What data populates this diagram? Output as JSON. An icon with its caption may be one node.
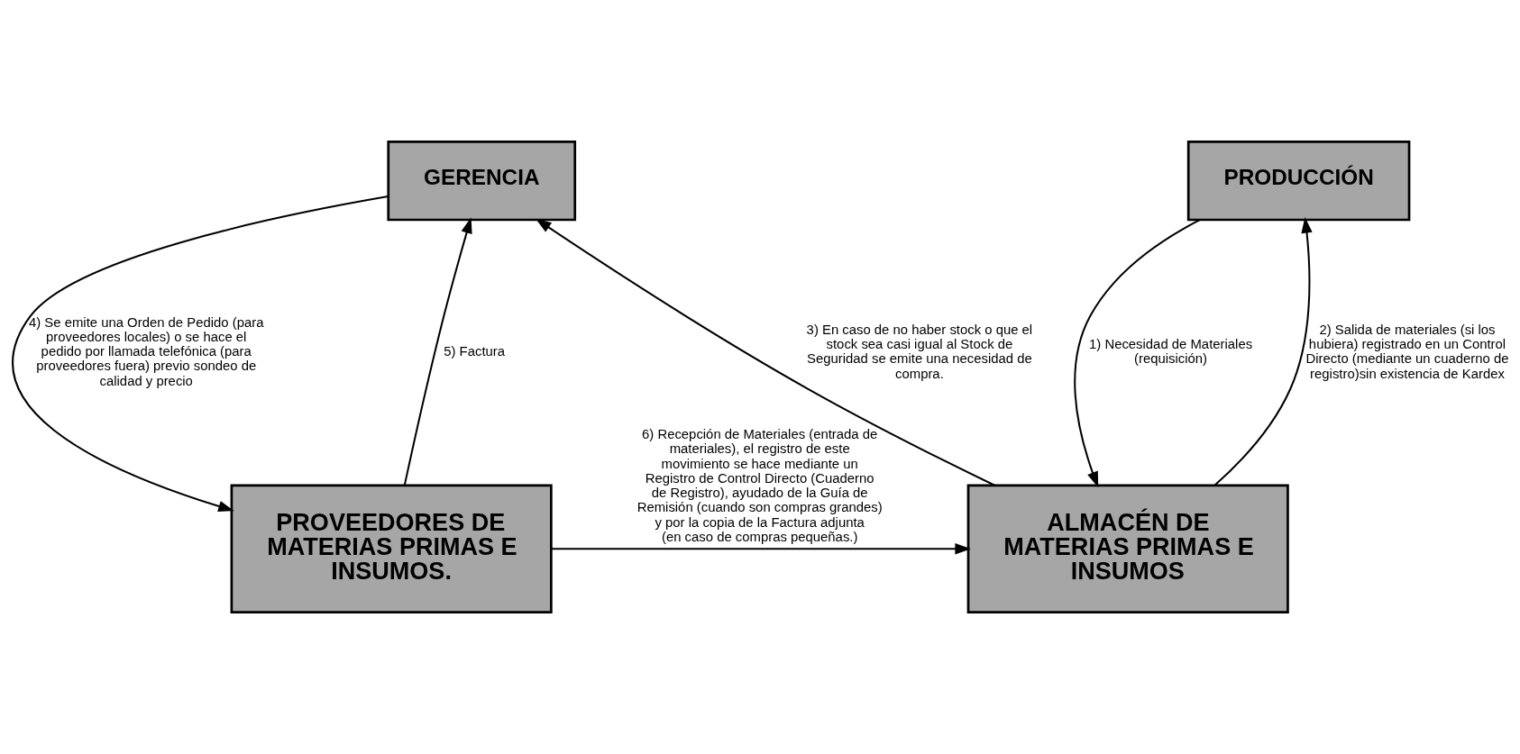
{
  "diagram": {
    "nodes": [
      {
        "text": [
          "GERENCIA"
        ]
      },
      {
        "text": [
          "PRODUCCIÓN"
        ]
      },
      {
        "text": [
          "PROVEEDORES DE MATERIAS PRIMAS E INSUMOS."
        ]
      },
      {
        "text": [
          "ALMACÉN DE MATERIAS PRIMAS E INSUMOS"
        ]
      }
    ],
    "edges": [
      {
        "from": 1,
        "to": 3,
        "arrow": "to",
        "label": "1) Necesidad de Materiales (requisición)"
      },
      {
        "from": 3,
        "to": 1,
        "arrow": "to",
        "label": "2) Salida de materiales (si los hubiera) registrado en un Control Directo (mediante un cuaderno de registro)sin existencia de Kardex"
      },
      {
        "from": 3,
        "to": 0,
        "arrow": "to",
        "label": "3) En caso de no haber stock o que el stock sea casi igual al Stock de Seguridad se emite una necesidad de compra."
      },
      {
        "from": 0,
        "to": 2,
        "arrow": "to",
        "label": "4) Se emite una Orden de Pedido (para proveedores locales) o se hace el pedido por llamada telefónica (para proveedores fuera) previo sondeo de calidad y precio"
      },
      {
        "from": 2,
        "to": 0,
        "arrow": "to",
        "label": "5) Factura"
      },
      {
        "from": 2,
        "to": 3,
        "arrow": "to",
        "label": "6) Recepción de Materiales (entrada de materiales), el registro de este movimiento se hace mediante un Registro de Control Directo (Cuaderno de Registro), ayudado de la Guía de Remisión (cuando son compras grandes) y por la copia de la Factura adjunta (en caso de compras pequeñas.)"
      }
    ]
  }
}
